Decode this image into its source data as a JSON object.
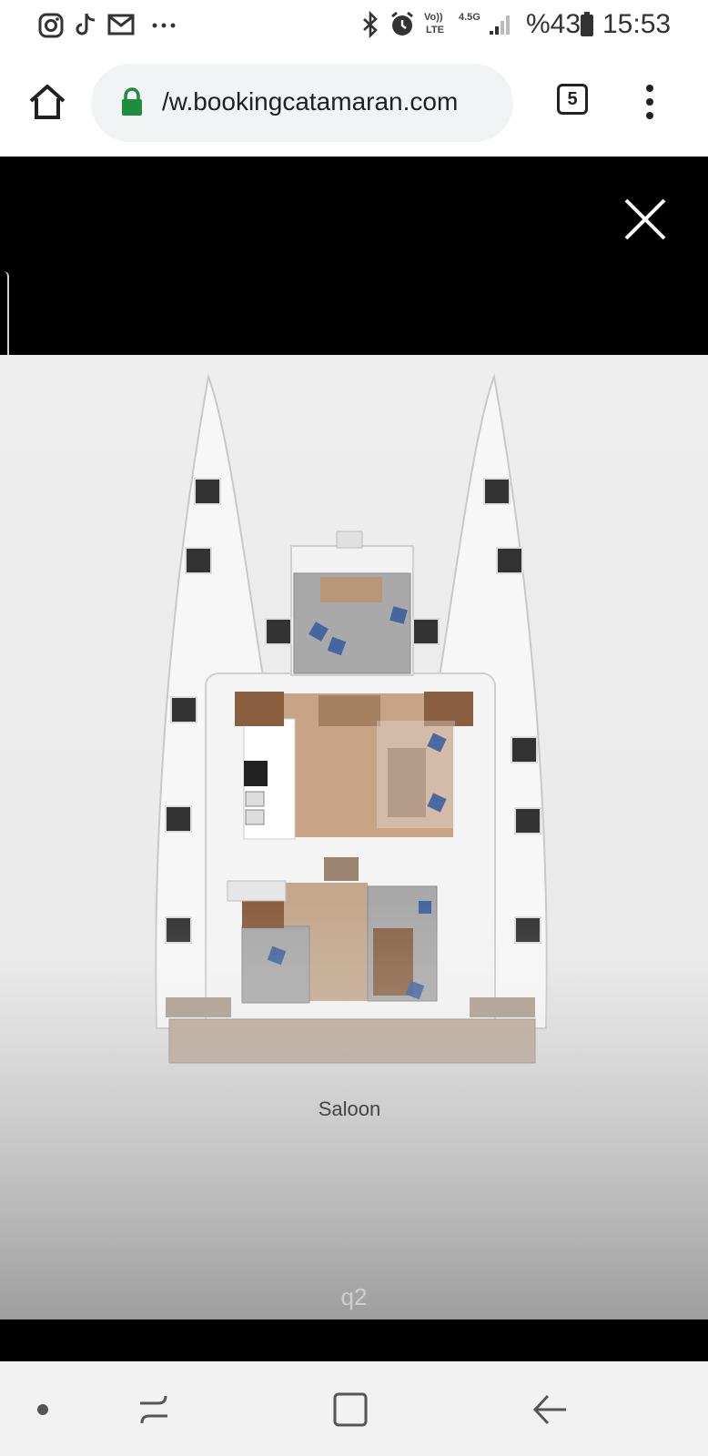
{
  "status_bar": {
    "time": "15:53",
    "battery": "%43",
    "network": "4.5G",
    "volte": "Vo))",
    "lte": "LTE",
    "icons": [
      "instagram-icon",
      "tiktok-icon",
      "mail-icon",
      "more-notifications-icon",
      "bluetooth-icon",
      "alarm-icon",
      "signal-icon",
      "battery-icon"
    ]
  },
  "browser": {
    "url": "/w.bookingcatamaran.com",
    "tab_count": "5",
    "icons": [
      "home-icon",
      "lock-icon",
      "tabs-icon",
      "menu-icon"
    ],
    "lock_color": "#1e8e3e"
  },
  "viewer": {
    "caption": "q2",
    "plan_label": "Saloon",
    "close_icon": "close-icon"
  },
  "navbar": {
    "icons": [
      "dot-icon",
      "recents-icon",
      "home-square-icon",
      "back-icon"
    ]
  }
}
